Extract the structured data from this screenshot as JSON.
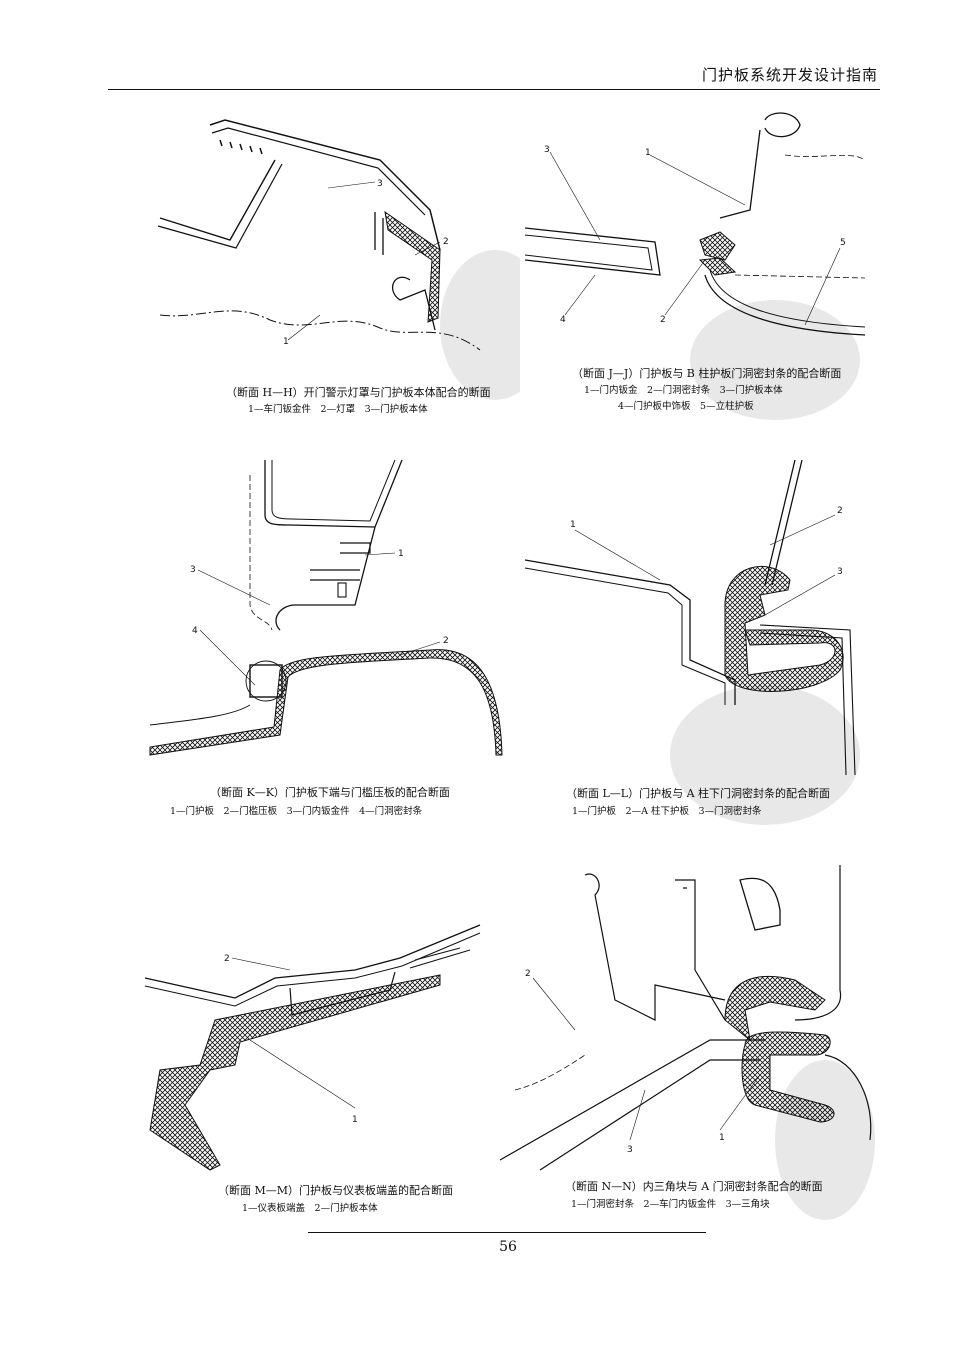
{
  "header": {
    "title": "门护板系统开发设计指南"
  },
  "footer": {
    "page_number": "56"
  },
  "figures": [
    {
      "caption": "（断面 H—H）开门警示灯罩与门护板本体配合的断面",
      "legend": "1—车门钣金件　2—灯罩　3—门护板本体",
      "callouts": [
        "1",
        "2",
        "3"
      ]
    },
    {
      "caption": "（断面 J—J）门护板与 B 柱护板门洞密封条的配合断面",
      "legend_line1": "1—门内钣金　2—门洞密封条　3—门护板本体",
      "legend_line2": "4—门护板中饰板　5—立柱护板",
      "callouts": [
        "1",
        "2",
        "3",
        "4",
        "5"
      ]
    },
    {
      "caption": "（断面 K—K）门护板下端与门槛压板的配合断面",
      "legend": "1—门护板　2—门槛压板　3—门内钣金件　4—门洞密封条",
      "callouts": [
        "1",
        "2",
        "3",
        "4"
      ]
    },
    {
      "caption": "（断面 L—L）门护板与 A 柱下门洞密封条的配合断面",
      "legend": "1—门护板　2—A 柱下护板　3—门洞密封条",
      "callouts": [
        "1",
        "2",
        "3"
      ]
    },
    {
      "caption": "（断面 M—M）门护板与仪表板端盖的配合断面",
      "legend": "1—仪表板端盖　2—门护板本体",
      "callouts": [
        "1",
        "2"
      ]
    },
    {
      "caption": "（断面 N—N）内三角块与 A 门洞密封条配合的断面",
      "legend": "1—门洞密封条　2—车门内钣金件　3—三角块",
      "callouts": [
        "1",
        "2",
        "3"
      ]
    }
  ]
}
